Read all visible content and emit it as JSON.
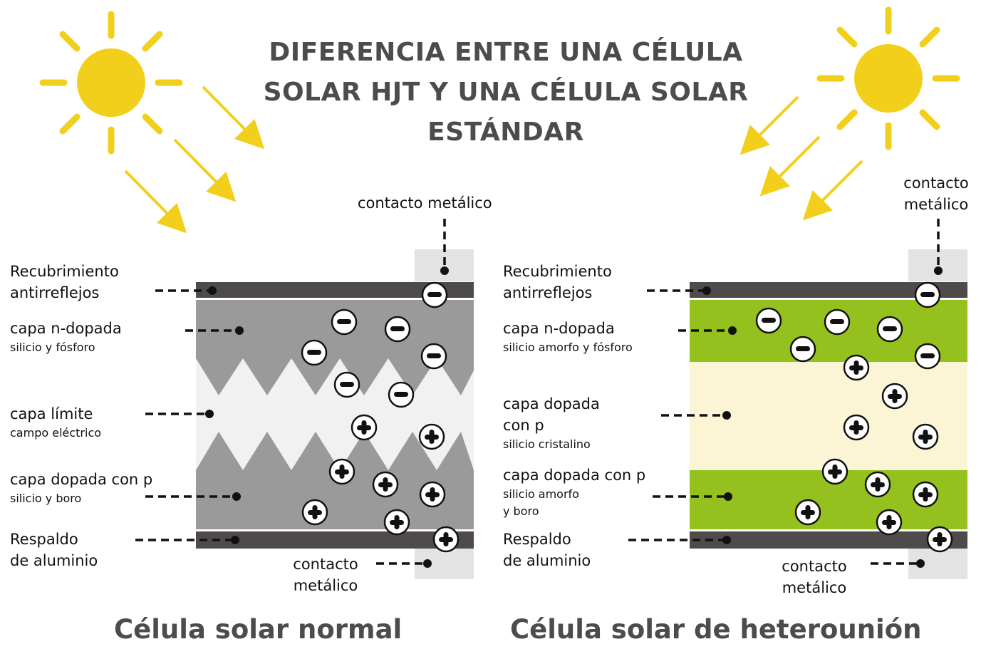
{
  "title_lines": [
    "DIFERENCIA ENTRE UNA CÉLULA",
    "SOLAR HJT Y UNA CÉLULA SOLAR",
    "ESTÁNDAR"
  ],
  "colors": {
    "title": "#4d4b4b",
    "sun": "#f2cf1b",
    "dark_layer": "#4f4b4a",
    "contact": "#e3e3e3",
    "gray_layer": "#9a9a9a",
    "light_layer": "#f1f1f1",
    "green_layer": "#95c11f",
    "cream_layer": "#fbf5d6"
  },
  "left_cell": {
    "caption": "Célula solar normal",
    "top_contact": "contacto metálico",
    "bottom_contact_1": "contacto",
    "bottom_contact_2": "metálico",
    "ar_1": "Recubrimiento",
    "ar_2": "antirreflejos",
    "n_title": "capa n-dopada",
    "n_sub": "silicio y fósforo",
    "j_title": "capa límite",
    "j_sub": "campo eléctrico",
    "p_title": "capa dopada con p",
    "p_sub": "silicio y boro",
    "al_1": "Respaldo",
    "al_2": "de aluminio"
  },
  "right_cell": {
    "caption": "Célula solar de heterounión",
    "top_contact_1": "contacto",
    "top_contact_2": "metálico",
    "bottom_contact_1": "contacto",
    "bottom_contact_2": "metálico",
    "ar_1": "Recubrimiento",
    "ar_2": "antirreflejos",
    "n_title": "capa n-dopada",
    "n_sub": "silicio amorfo y fósforo",
    "pc_1": "capa dopada",
    "pc_2": "con p",
    "pc_sub": "silicio cristalino",
    "pa_title": "capa dopada con p",
    "pa_sub_1": "silicio amorfo",
    "pa_sub_2": "y boro",
    "al_1": "Respaldo",
    "al_2": "de aluminio"
  }
}
